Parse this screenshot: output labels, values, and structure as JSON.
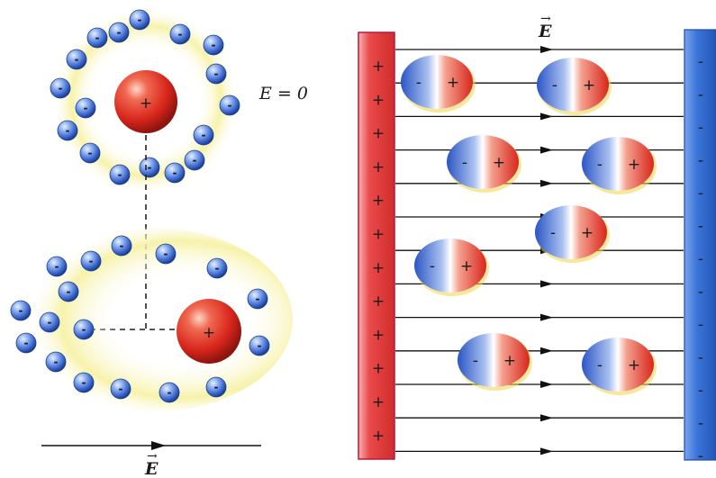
{
  "colors": {
    "positive": "#e0342a",
    "negative": "#3560c9",
    "cloud": "#f3ee8a",
    "field_line": "#111111"
  },
  "labels": {
    "field_no_field": "E = 0",
    "field_bottom": "E",
    "field_top": "E",
    "vector_arrow": "→",
    "plus": "+",
    "minus": "-"
  },
  "icons": {
    "nucleus": "red-sphere-plus-icon",
    "electron": "blue-sphere-minus-icon",
    "dipole": "polarized-molecule-icon"
  }
}
